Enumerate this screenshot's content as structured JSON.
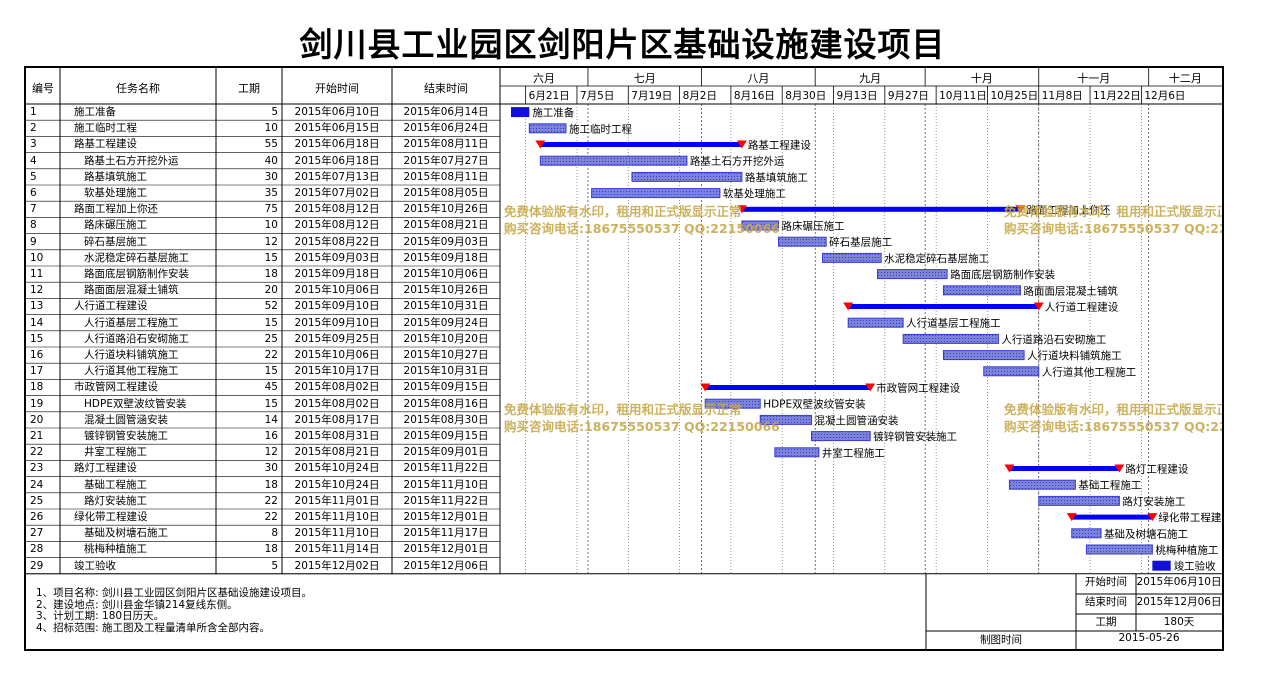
{
  "title": "剑川县工业园区剑阳片区基础设施建设项目",
  "headers": {
    "no": "编号",
    "name": "任务名称",
    "duration": "工期",
    "start": "开始时间",
    "end": "结束时间"
  },
  "timeline": {
    "months": [
      "六月",
      "七月",
      "八月",
      "九月",
      "十月",
      "十一月",
      "十二月"
    ],
    "weeks": [
      "6月21日",
      "7月5日",
      "7月19日",
      "8月2日",
      "8月16日",
      "8月30日",
      "9月13日",
      "9月27日",
      "10月11日",
      "10月25日",
      "11月8日",
      "11月22日",
      "12月6日"
    ]
  },
  "chart_data": {
    "type": "gantt",
    "x_start": "2015-06-07",
    "x_end": "2015-12-21",
    "tasks": [
      {
        "id": 1,
        "name": "施工准备",
        "level": 1,
        "duration": "5",
        "start": "2015年06月10日",
        "end": "2015年06月14日",
        "s": "2015-06-10",
        "e": "2015-06-14"
      },
      {
        "id": 2,
        "name": "施工临时工程",
        "level": 1,
        "duration": "10",
        "start": "2015年06月15日",
        "end": "2015年06月24日",
        "s": "2015-06-15",
        "e": "2015-06-24"
      },
      {
        "id": 3,
        "name": "路基工程建设",
        "level": 1,
        "summary": true,
        "duration": "55",
        "start": "2015年06月18日",
        "end": "2015年08月11日",
        "s": "2015-06-18",
        "e": "2015-08-11"
      },
      {
        "id": 4,
        "name": "路基土石方开挖外运",
        "level": 2,
        "duration": "40",
        "start": "2015年06月18日",
        "end": "2015年07月27日",
        "s": "2015-06-18",
        "e": "2015-07-27"
      },
      {
        "id": 5,
        "name": "路基填筑施工",
        "level": 2,
        "duration": "30",
        "start": "2015年07月13日",
        "end": "2015年08月11日",
        "s": "2015-07-13",
        "e": "2015-08-11"
      },
      {
        "id": 6,
        "name": "软基处理施工",
        "level": 2,
        "duration": "35",
        "start": "2015年07月02日",
        "end": "2015年08月05日",
        "s": "2015-07-02",
        "e": "2015-08-05"
      },
      {
        "id": 7,
        "name": "路面工程加上你还",
        "level": 1,
        "summary": true,
        "duration": "75",
        "start": "2015年08月12日",
        "end": "2015年10月26日",
        "s": "2015-08-12",
        "e": "2015-10-26"
      },
      {
        "id": 8,
        "name": "路床碾压施工",
        "level": 2,
        "duration": "10",
        "start": "2015年08月12日",
        "end": "2015年08月21日",
        "s": "2015-08-12",
        "e": "2015-08-21"
      },
      {
        "id": 9,
        "name": "碎石基层施工",
        "level": 2,
        "duration": "12",
        "start": "2015年08月22日",
        "end": "2015年09月03日",
        "s": "2015-08-22",
        "e": "2015-09-03"
      },
      {
        "id": 10,
        "name": "水泥稳定碎石基层施工",
        "level": 2,
        "duration": "15",
        "start": "2015年09月03日",
        "end": "2015年09月18日",
        "s": "2015-09-03",
        "e": "2015-09-18"
      },
      {
        "id": 11,
        "name": "路面底层钢筋制作安装",
        "level": 2,
        "duration": "18",
        "start": "2015年09月18日",
        "end": "2015年10月06日",
        "s": "2015-09-18",
        "e": "2015-10-06"
      },
      {
        "id": 12,
        "name": "路面面层混凝土铺筑",
        "level": 2,
        "duration": "20",
        "start": "2015年10月06日",
        "end": "2015年10月26日",
        "s": "2015-10-06",
        "e": "2015-10-26"
      },
      {
        "id": 13,
        "name": "人行道工程建设",
        "level": 1,
        "summary": true,
        "duration": "52",
        "start": "2015年09月10日",
        "end": "2015年10月31日",
        "s": "2015-09-10",
        "e": "2015-10-31"
      },
      {
        "id": 14,
        "name": "人行道基层工程施工",
        "level": 2,
        "duration": "15",
        "start": "2015年09月10日",
        "end": "2015年09月24日",
        "s": "2015-09-10",
        "e": "2015-09-24"
      },
      {
        "id": 15,
        "name": "人行道路沿石安砌施工",
        "level": 2,
        "duration": "25",
        "start": "2015年09月25日",
        "end": "2015年10月20日",
        "s": "2015-09-25",
        "e": "2015-10-20"
      },
      {
        "id": 16,
        "name": "人行道块料铺筑施工",
        "level": 2,
        "duration": "22",
        "start": "2015年10月06日",
        "end": "2015年10月27日",
        "s": "2015-10-06",
        "e": "2015-10-27"
      },
      {
        "id": 17,
        "name": "人行道其他工程施工",
        "level": 2,
        "duration": "15",
        "start": "2015年10月17日",
        "end": "2015年10月31日",
        "s": "2015-10-17",
        "e": "2015-10-31"
      },
      {
        "id": 18,
        "name": "市政管网工程建设",
        "level": 1,
        "summary": true,
        "duration": "45",
        "start": "2015年08月02日",
        "end": "2015年09月15日",
        "s": "2015-08-02",
        "e": "2015-09-15"
      },
      {
        "id": 19,
        "name": "HDPE双壁波纹管安装",
        "level": 2,
        "duration": "15",
        "start": "2015年08月02日",
        "end": "2015年08月16日",
        "s": "2015-08-02",
        "e": "2015-08-16"
      },
      {
        "id": 20,
        "name": "混凝土圆管涵安装",
        "level": 2,
        "duration": "14",
        "start": "2015年08月17日",
        "end": "2015年08月30日",
        "s": "2015-08-17",
        "e": "2015-08-30"
      },
      {
        "id": 21,
        "name": "镀锌钢管安装施工",
        "level": 2,
        "duration": "16",
        "start": "2015年08月31日",
        "end": "2015年09月15日",
        "s": "2015-08-31",
        "e": "2015-09-15"
      },
      {
        "id": 22,
        "name": "井室工程施工",
        "level": 2,
        "duration": "12",
        "start": "2015年08月21日",
        "end": "2015年09月01日",
        "s": "2015-08-21",
        "e": "2015-09-01"
      },
      {
        "id": 23,
        "name": "路灯工程建设",
        "level": 1,
        "summary": true,
        "duration": "30",
        "start": "2015年10月24日",
        "end": "2015年11月22日",
        "s": "2015-10-24",
        "e": "2015-11-22"
      },
      {
        "id": 24,
        "name": "基础工程施工",
        "level": 2,
        "duration": "18",
        "start": "2015年10月24日",
        "end": "2015年11月10日",
        "s": "2015-10-24",
        "e": "2015-11-10"
      },
      {
        "id": 25,
        "name": "路灯安装施工",
        "level": 2,
        "duration": "22",
        "start": "2015年11月01日",
        "end": "2015年11月22日",
        "s": "2015-11-01",
        "e": "2015-11-22"
      },
      {
        "id": 26,
        "name": "绿化带工程建设",
        "level": 1,
        "summary": true,
        "duration": "22",
        "start": "2015年11月10日",
        "end": "2015年12月01日",
        "s": "2015-11-10",
        "e": "2015-12-01"
      },
      {
        "id": 27,
        "name": "基础及树塘石施工",
        "level": 2,
        "duration": "8",
        "start": "2015年11月10日",
        "end": "2015年11月17日",
        "s": "2015-11-10",
        "e": "2015-11-17"
      },
      {
        "id": 28,
        "name": "桃梅种植施工",
        "level": 2,
        "duration": "18",
        "start": "2015年11月14日",
        "end": "2015年12月01日",
        "s": "2015-11-14",
        "e": "2015-12-01"
      },
      {
        "id": 29,
        "name": "竣工验收",
        "level": 1,
        "duration": "5",
        "start": "2015年12月02日",
        "end": "2015年12月06日",
        "s": "2015-12-02",
        "e": "2015-12-06"
      }
    ]
  },
  "watermarks": [
    {
      "line1": "免费体验版有水印，租用和正式版显示正常",
      "line2": "购买咨询电话:18675550537 QQ:22150066"
    }
  ],
  "notes": [
    "1、项目名称: 剑川县工业园区剑阳片区基础设施建设项目。",
    "2、建设地点: 剑川县金华镇214复线东侧。",
    "3、计划工期: 180日历天。",
    "4、招标范围: 施工图及工程量清单所含全部内容。"
  ],
  "summary": {
    "start_label": "开始时间",
    "start_value": "2015年06月10日",
    "end_label": "结束时间",
    "end_value": "2015年12月06日",
    "duration_label": "工期",
    "duration_value": "180天",
    "drawn_label": "制图时间",
    "drawn_value": "2015-05-26"
  },
  "colors": {
    "bar_fill": "#3a3ad0",
    "bar_fill_light": "#7b84d9",
    "summary": "#0000ff",
    "summary_end": "#ff0000",
    "watermark": "#c8a94a"
  }
}
